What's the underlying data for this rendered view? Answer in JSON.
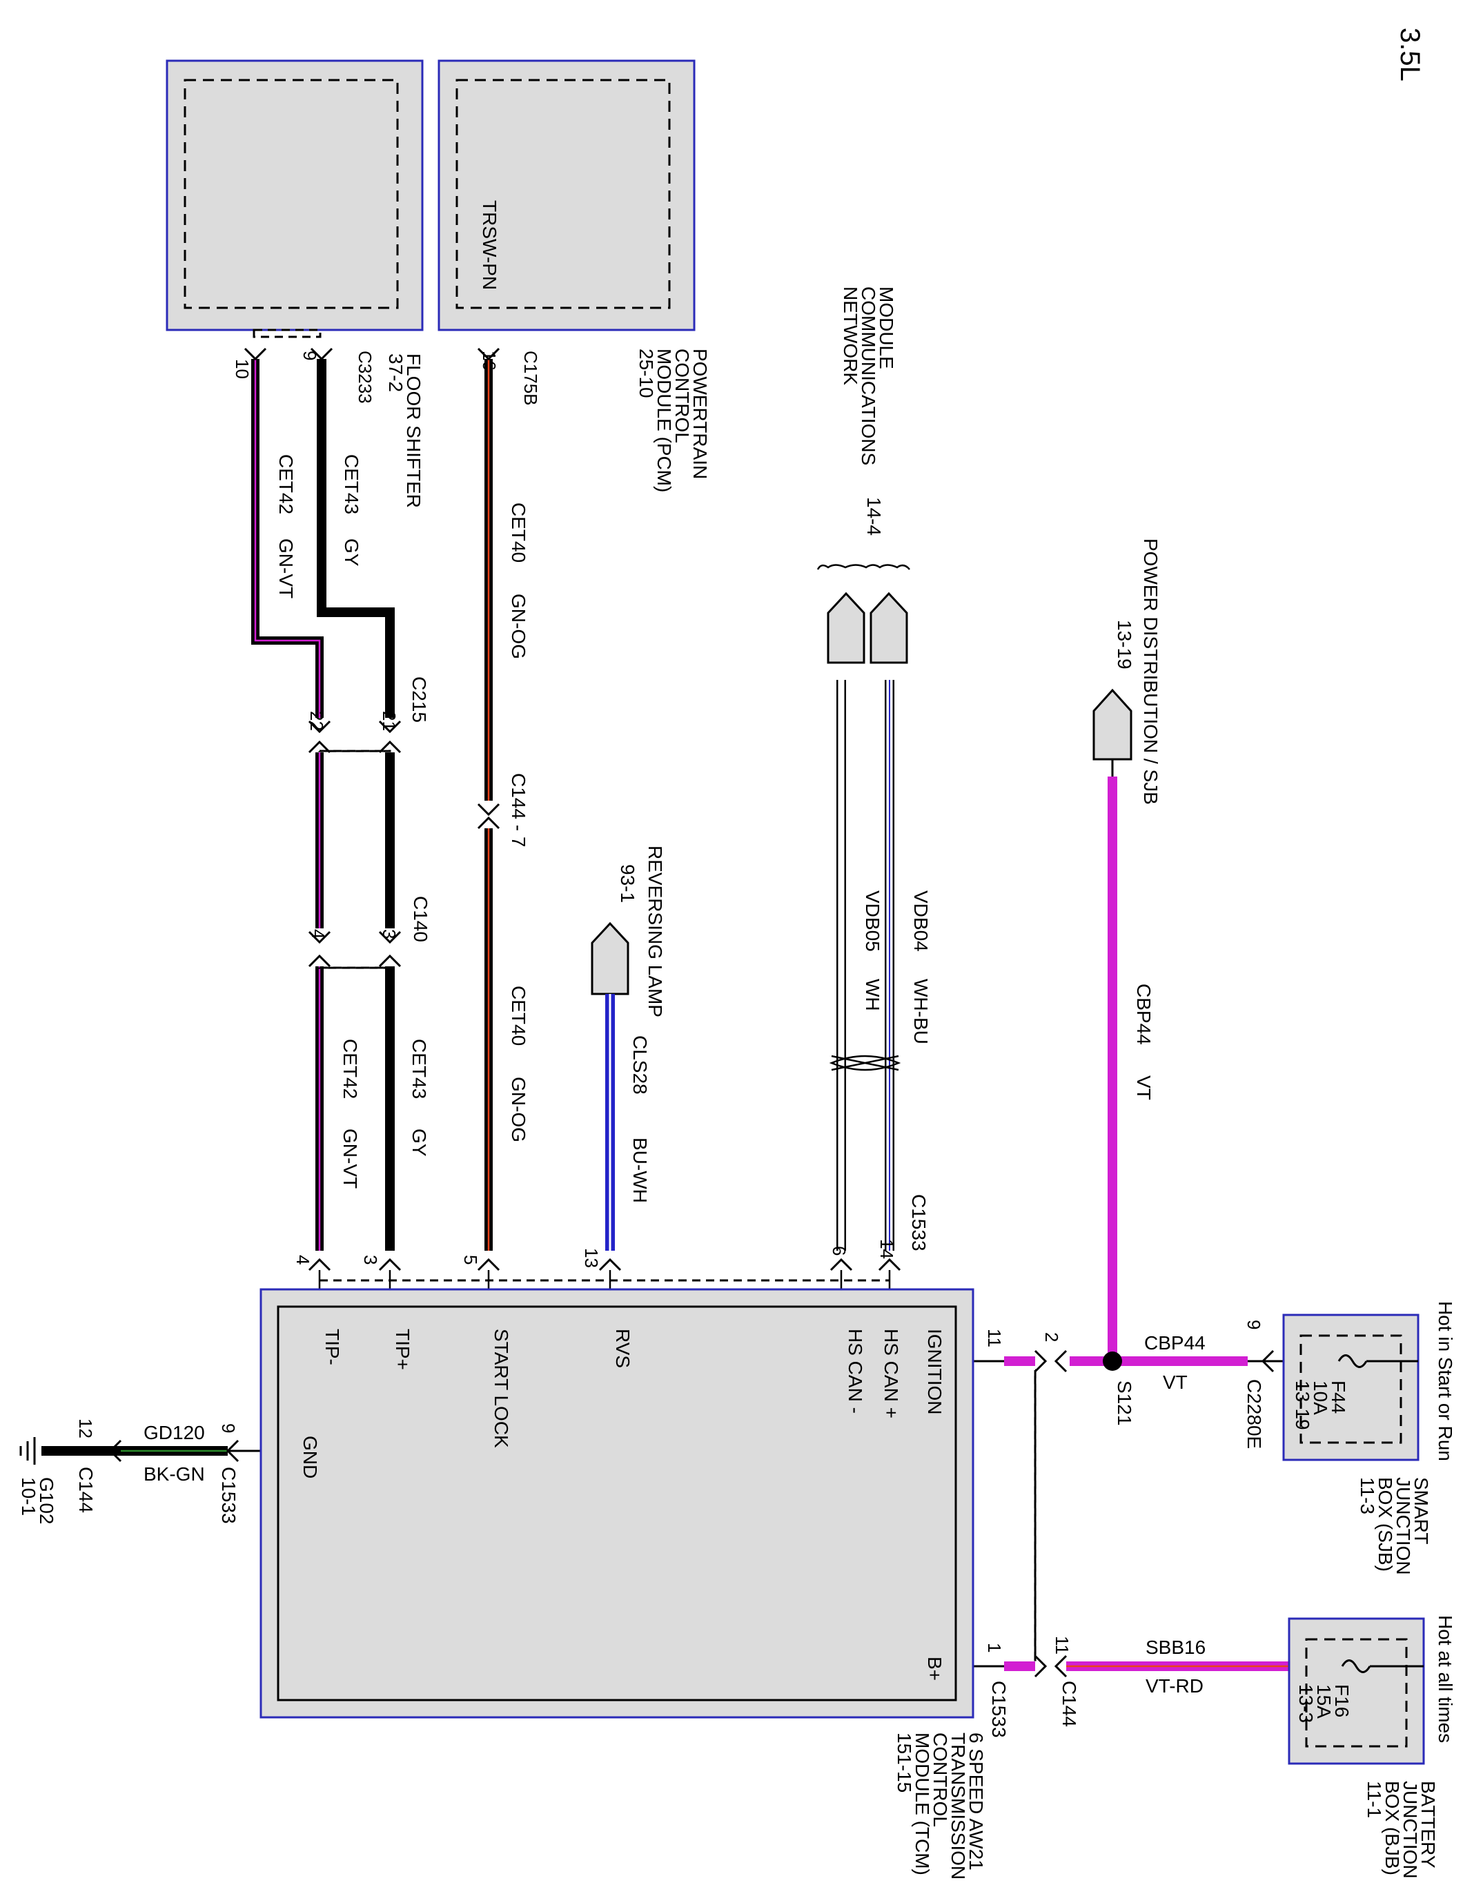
{
  "header": {
    "engine": "3.5L"
  },
  "components": {
    "floor_shifter": {
      "line1": "FLOOR SHIFTER",
      "line2": "37-2",
      "connector": "C3233",
      "pins": [
        "9",
        "10"
      ]
    },
    "pcm": {
      "lines": [
        "POWERTRAIN",
        "CONTROL",
        "MODULE (PCM)",
        "25-10"
      ],
      "connector": "C175B",
      "pin": "16",
      "signal": "TRSW-PN"
    },
    "tcm": {
      "lines": [
        "6 SPEED AW21",
        "TRANSMISSION",
        "CONTROL",
        "MODULE (TCM)",
        "151-15"
      ],
      "signals": {
        "ignition": "IGNITION",
        "hs_can_plus": "HS CAN +",
        "hs_can_minus": "HS CAN -",
        "rvs": "RVS",
        "start_lock": "START LOCK",
        "tip_plus": "TIP+",
        "tip_minus": "TIP-",
        "gnd": "GND",
        "b_plus": "B+"
      }
    },
    "sjb": {
      "lines": [
        "SMART",
        "JUNCTION",
        "BOX (SJB)",
        "11-3"
      ],
      "hot_label": "Hot in Start or Run",
      "fuse": "F44",
      "amps": "10A",
      "ref": "13-19"
    },
    "bjb": {
      "lines": [
        "BATTERY",
        "JUNCTION",
        "BOX (BJB)",
        "11-1"
      ],
      "hot_label": "Hot at all times",
      "fuse": "F16",
      "amps": "15A",
      "ref": "13-3"
    }
  },
  "references": {
    "network": {
      "lines": [
        "MODULE",
        "COMMUNICATIONS",
        "NETWORK"
      ],
      "page": "14-4"
    },
    "power_distribution": {
      "title": "POWER DISTRIBUTION / SJB",
      "page": "13-19"
    },
    "reversing_lamp": {
      "title": "REVERSING LAMP",
      "page": "93-1"
    },
    "ground": {
      "name": "G102",
      "page": "10-1"
    }
  },
  "wires": {
    "cet42_a": {
      "circuit": "CET42",
      "color": "GN-VT"
    },
    "cet43_a": {
      "circuit": "CET43",
      "color": "GY"
    },
    "cet40_a": {
      "circuit": "CET40",
      "color": "GN-OG"
    },
    "cet40_b": {
      "circuit": "CET40",
      "color": "GN-OG"
    },
    "cet42_b": {
      "circuit": "CET42",
      "color": "GN-VT"
    },
    "cet43_b": {
      "circuit": "CET43",
      "color": "GY"
    },
    "cls28": {
      "circuit": "CLS28",
      "color": "BU-WH"
    },
    "vdb04": {
      "circuit": "VDB04",
      "color": "WH-BU"
    },
    "vdb05": {
      "circuit": "VDB05",
      "color": "WH"
    },
    "cbp44_a": {
      "circuit": "CBP44",
      "color": "VT"
    },
    "cbp44_b": {
      "circuit": "CBP44",
      "color": "VT"
    },
    "gd120": {
      "circuit": "GD120",
      "color": "BK-GN"
    },
    "sbb16": {
      "circuit": "SBB16",
      "color": "VT-RD"
    }
  },
  "connectors": {
    "c215": {
      "name": "C215",
      "pins": [
        "21",
        "22"
      ]
    },
    "c140": {
      "name": "C140",
      "pins": [
        "3",
        "4"
      ]
    },
    "c144_7": {
      "name": "C144 - 7"
    },
    "c1533_top": {
      "name": "C1533",
      "pins": [
        "14",
        "6",
        "13",
        "5",
        "3",
        "4"
      ]
    },
    "c1533_gnd": {
      "name": "C1533",
      "pin": "9"
    },
    "c144_gnd": {
      "name": "C144",
      "pin": "12"
    },
    "c2280e": {
      "name": "C2280E",
      "pin": "9"
    },
    "splice": {
      "name": "S121"
    },
    "ign_pins": {
      "tcm": "11",
      "c144": "2"
    },
    "bplus": {
      "c1533": "C1533",
      "c144": "C144",
      "tcm_pin": "1",
      "c144_pin": "11"
    }
  },
  "colors": {
    "violet": "#d21fd2",
    "blue": "#2323c8",
    "box_blue": "#2b2bb8",
    "box_fill": "#dcdcdc",
    "black": "#000000"
  }
}
